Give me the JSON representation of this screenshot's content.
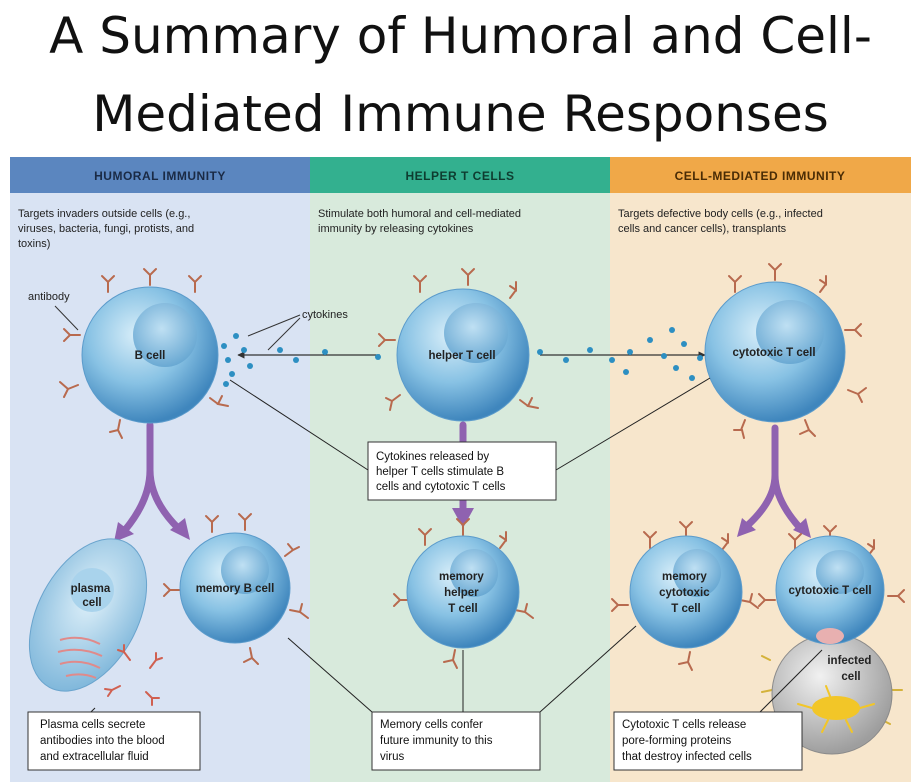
{
  "title": {
    "line1": "A Summary of Humoral and Cell-",
    "line2": "Mediated Immune Responses"
  },
  "colors": {
    "humoral_header": "#5b86bf",
    "helper_header": "#33b08f",
    "cell_header": "#f0a848",
    "humoral_bg": "#d9e3f3",
    "helper_bg": "#d8eadc",
    "cell_bg": "#f7e6cc",
    "arrow": "#8f62b0",
    "cell_fill": "#7ab8de",
    "receptor": "#b86a4e"
  },
  "columns": {
    "humoral": {
      "header": "HUMORAL IMMUNITY",
      "desc": [
        "Targets invaders outside cells (e.g.,",
        "viruses, bacteria, fungi, protists, and",
        "toxins)"
      ]
    },
    "helper": {
      "header": "HELPER T CELLS",
      "desc": [
        "Stimulate both humoral and cell-mediated",
        "immunity by releasing cytokines"
      ]
    },
    "cell_mediated": {
      "header": "CELL-MEDIATED IMMUNITY",
      "desc": [
        "Targets defective body cells (e.g., infected",
        "cells and cancer cells), transplants"
      ]
    }
  },
  "labels": {
    "antibody": "antibody",
    "cytokines": "cytokines",
    "b_cell": "B cell",
    "helper_t_cell": "helper T cell",
    "cytotoxic_t_cell": "cytotoxic T cell",
    "plasma_cell": [
      "plasma",
      "cell"
    ],
    "memory_b_cell": "memory B cell",
    "memory_helper_t_cell": [
      "memory",
      "helper",
      "T cell"
    ],
    "memory_cytotoxic_t_cell": [
      "memory",
      "cytotoxic",
      "T cell"
    ],
    "cytotoxic_t_cell_2": "cytotoxic T cell",
    "infected_cell": [
      "infected",
      "cell"
    ]
  },
  "notes": {
    "cytokines_released": [
      "Cytokines released by",
      "helper T cells stimulate B",
      "cells and cytotoxic T cells"
    ],
    "plasma_secrete": [
      "Plasma cells secrete",
      "antibodies into the blood",
      "and extracellular fluid"
    ],
    "memory_confer": [
      "Memory cells confer",
      "future immunity to this",
      "virus"
    ],
    "cytotoxic_release": [
      "Cytotoxic T cells release",
      "pore-forming proteins",
      "that destroy infected cells"
    ]
  }
}
